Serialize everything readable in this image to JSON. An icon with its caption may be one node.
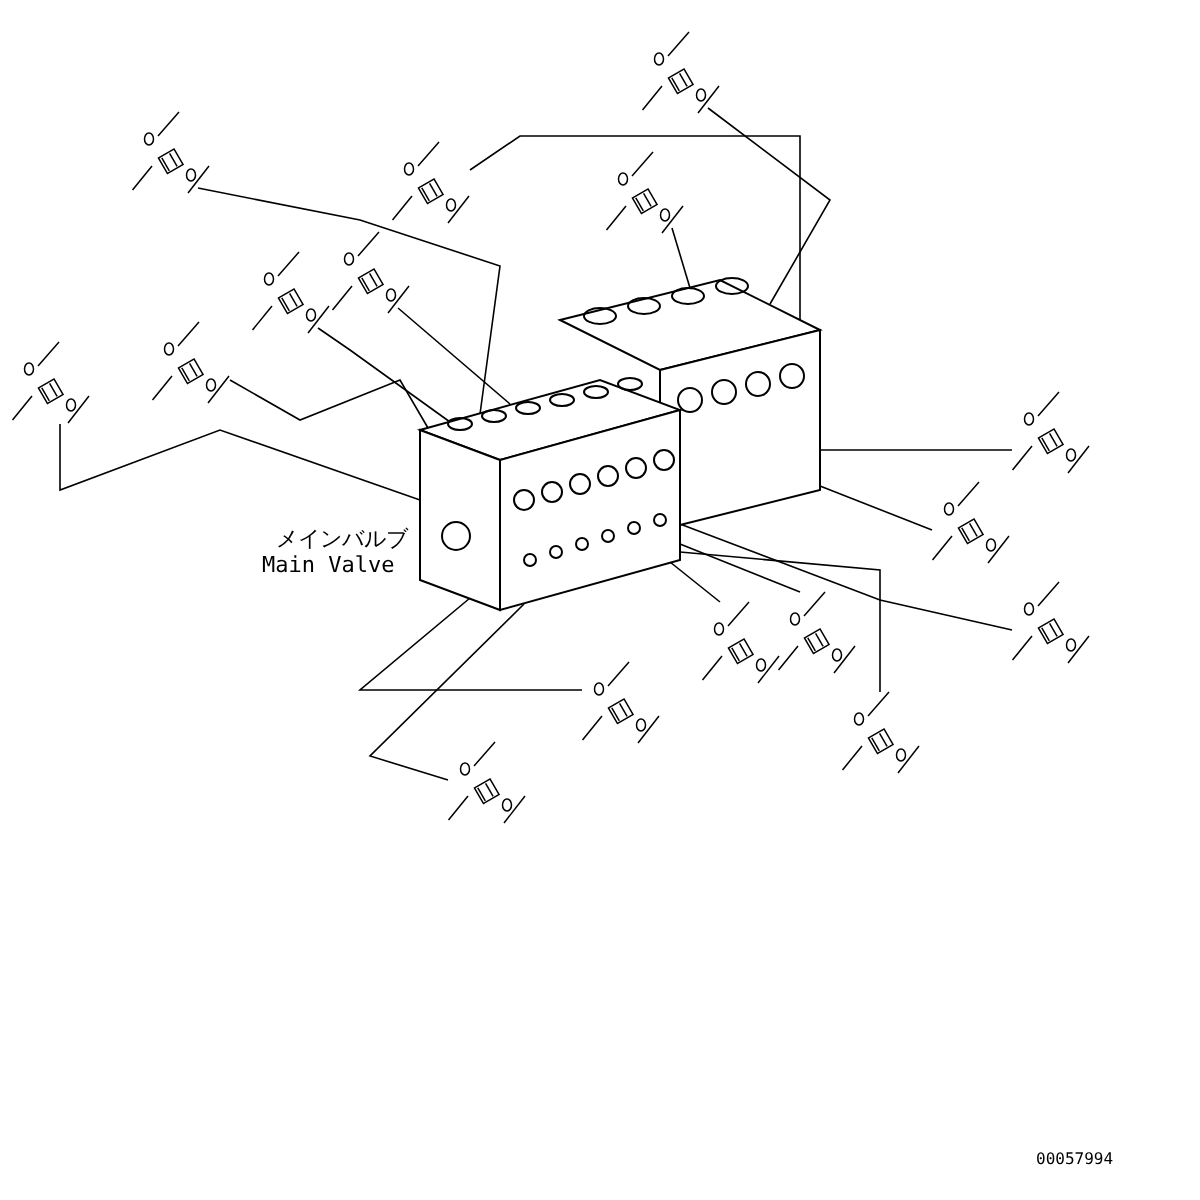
{
  "diagram": {
    "nodes": [
      {
        "text": [],
        "shape": "picture",
        "beside": [
          "メインバルブ",
          "Main Valve"
        ]
      },
      {
        "text": [],
        "shape": "picture"
      },
      {
        "text": [],
        "shape": "picture"
      },
      {
        "text": [],
        "shape": "picture"
      },
      {
        "text": [],
        "shape": "picture"
      },
      {
        "text": [],
        "shape": "picture"
      },
      {
        "text": [],
        "shape": "picture"
      },
      {
        "text": [],
        "shape": "picture"
      },
      {
        "text": [],
        "shape": "picture"
      },
      {
        "text": [],
        "shape": "picture"
      },
      {
        "text": [],
        "shape": "picture"
      },
      {
        "text": [],
        "shape": "picture"
      },
      {
        "text": [],
        "shape": "picture"
      },
      {
        "text": [],
        "shape": "picture"
      },
      {
        "text": [],
        "shape": "picture"
      },
      {
        "text": [],
        "shape": "picture"
      },
      {
        "text": [],
        "shape": "picture"
      }
    ],
    "edges": [
      {
        "from": 1,
        "to": 0,
        "arrow": "none"
      },
      {
        "from": 2,
        "to": 0,
        "arrow": "none"
      },
      {
        "from": 3,
        "to": 0,
        "arrow": "none"
      },
      {
        "from": 4,
        "to": 0,
        "arrow": "none"
      },
      {
        "from": 5,
        "to": 0,
        "arrow": "none"
      },
      {
        "from": 6,
        "to": 0,
        "arrow": "none"
      },
      {
        "from": 7,
        "to": 0,
        "arrow": "none"
      },
      {
        "from": 8,
        "to": 0,
        "arrow": "none"
      },
      {
        "from": 9,
        "to": 0,
        "arrow": "none"
      },
      {
        "from": 10,
        "to": 0,
        "arrow": "none"
      },
      {
        "from": 11,
        "to": 0,
        "arrow": "none"
      },
      {
        "from": 12,
        "to": 0,
        "arrow": "none"
      },
      {
        "from": 13,
        "to": 0,
        "arrow": "none"
      },
      {
        "from": 14,
        "to": 0,
        "arrow": "none"
      },
      {
        "from": 15,
        "to": 0,
        "arrow": "none"
      },
      {
        "from": 16,
        "to": 0,
        "arrow": "none"
      }
    ],
    "labels": [
      "00057994"
    ]
  }
}
